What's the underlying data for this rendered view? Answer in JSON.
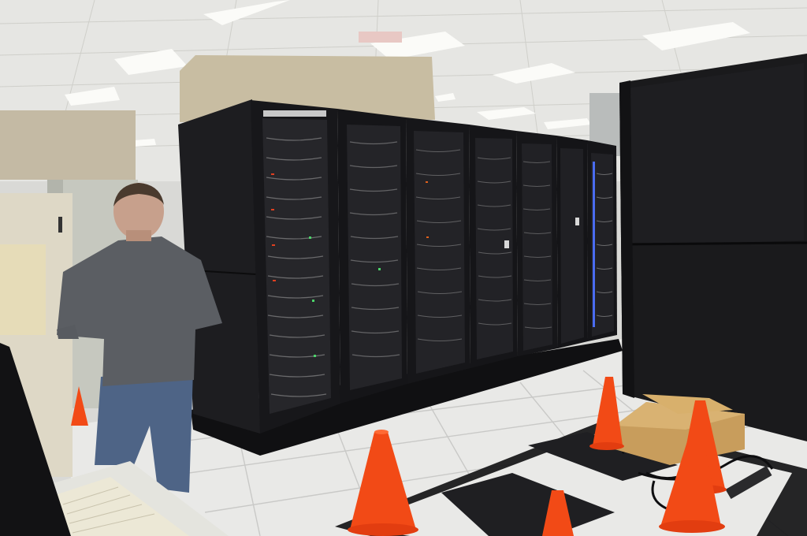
{
  "scene": {
    "colors": {
      "ceiling": "#e6e6e3",
      "ceiling_grid": "#c9c9c4",
      "light_panel": "#fbfbf8",
      "floor": "#e8e8e6",
      "floor_grid": "#c4c4c2",
      "rack": "#1b1b1d",
      "rack_dark": "#111113",
      "cable": "#5a5a5c",
      "cone": "#f24a16",
      "cone_base": "#e23d10",
      "box": "#cfa460",
      "shirt": "#5b5e63",
      "jeans": "#4e6486",
      "skin": "#c7a08c",
      "cabinet": "#c7c9c0",
      "panel_cream": "#ddd7c4"
    },
    "objects": {
      "racks": 7,
      "traffic_cones": 5,
      "people": 1
    }
  }
}
